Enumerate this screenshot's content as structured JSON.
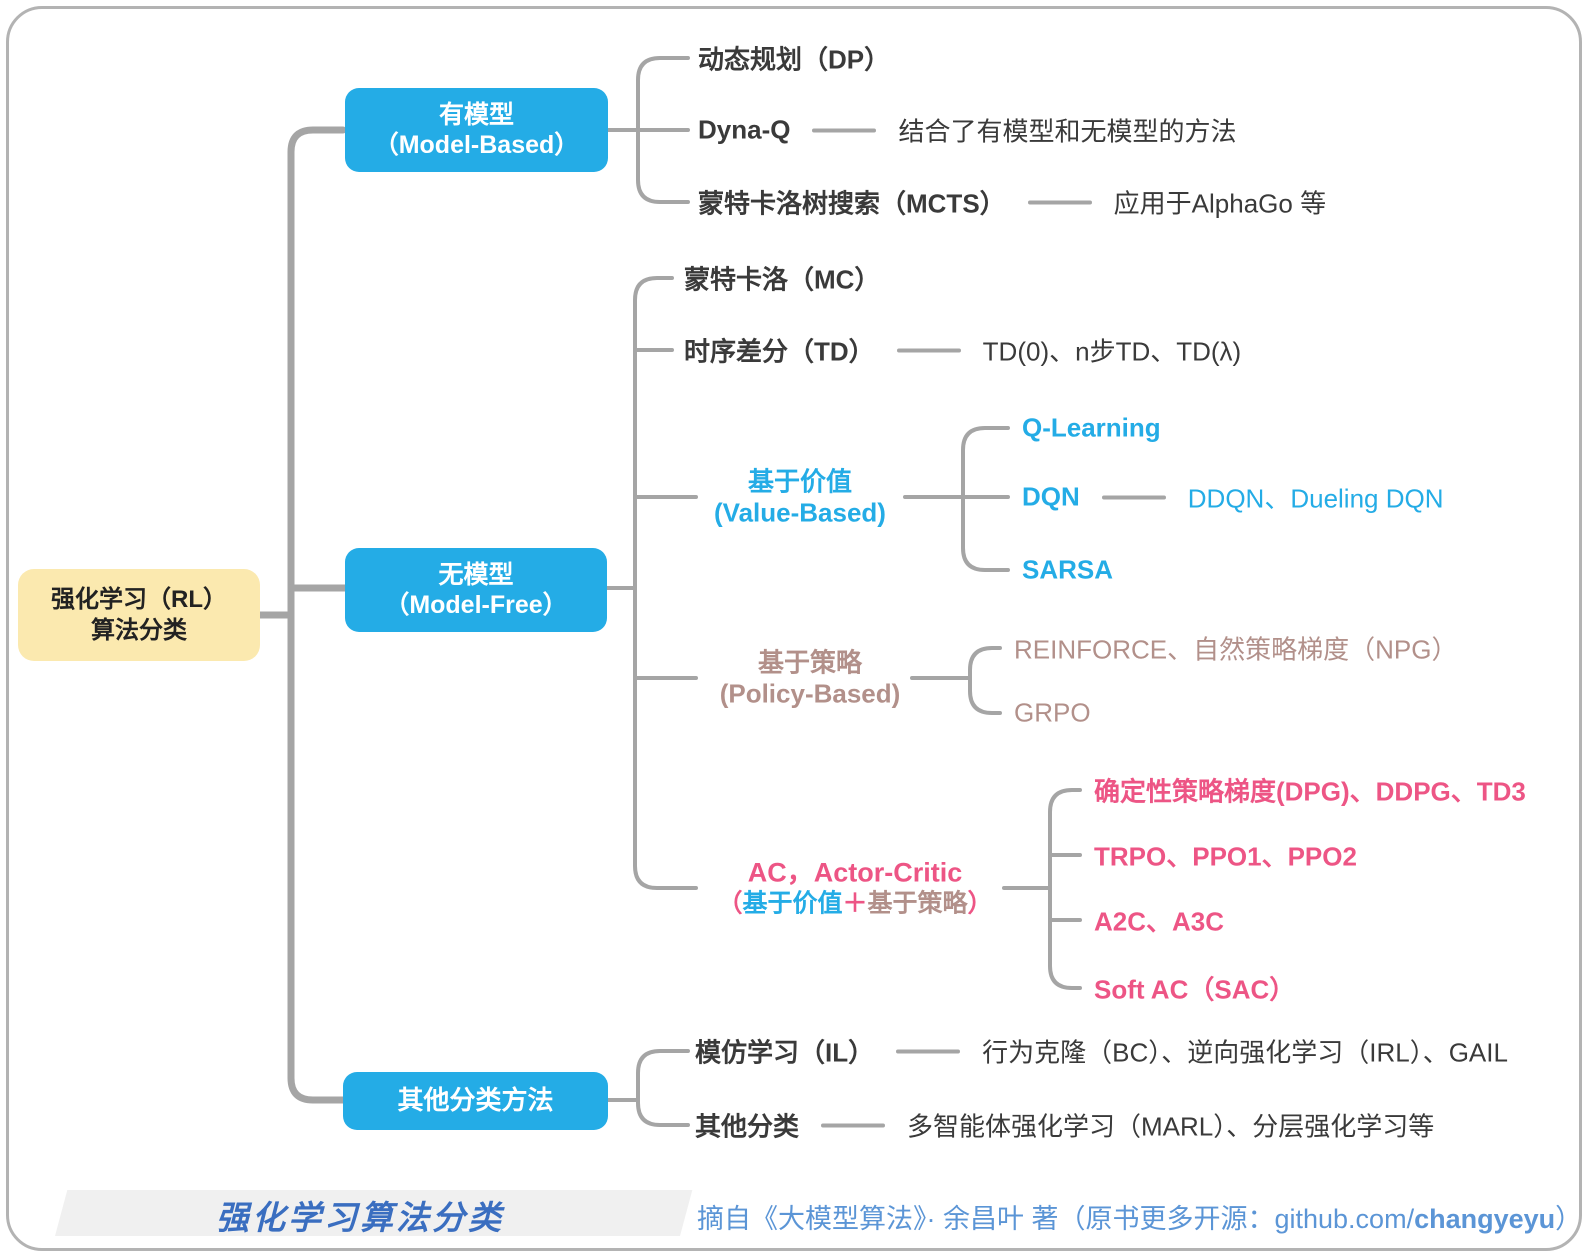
{
  "colors": {
    "node_blue": "#24ace6",
    "root_yellow": "#fbe9af",
    "value_blue": "#24ace6",
    "policy_tan": "#b2908a",
    "actor_critic_pink": "#ed5585",
    "connector_gray": "#a5a5a5",
    "text_dark": "#3a3a3a",
    "footer_title_blue": "#3a6ec0",
    "footer_source_blue": "#5b95d6"
  },
  "root": {
    "line1": "强化学习（RL）",
    "line2": "算法分类"
  },
  "model_based": {
    "zh": "有模型",
    "en": "（Model-Based）",
    "dp": {
      "label": "动态规划（DP）"
    },
    "dyna_q": {
      "label": "Dyna-Q",
      "note": "结合了有模型和无模型的方法"
    },
    "mcts": {
      "label": "蒙特卡洛树搜索（MCTS）",
      "note": "应用于AlphaGo 等"
    }
  },
  "model_free": {
    "zh": "无模型",
    "en": "（Model-Free）",
    "mc": {
      "label": "蒙特卡洛（MC）"
    },
    "td": {
      "label": "时序差分（TD）",
      "note": "TD(0)、n步TD、TD(λ)"
    },
    "value_based": {
      "zh": "基于价值",
      "en": "(Value-Based)",
      "q_learning": {
        "label": "Q-Learning"
      },
      "dqn": {
        "label": "DQN",
        "note": "DDQN、Dueling DQN"
      },
      "sarsa": {
        "label": "SARSA"
      }
    },
    "policy_based": {
      "zh": "基于策略",
      "en": "(Policy-Based)",
      "reinforce": {
        "label": "REINFORCE、自然策略梯度（NPG）"
      },
      "grpo": {
        "label": "GRPO"
      }
    },
    "actor_critic": {
      "title": "AC，Actor-Critic",
      "sub_open": "（",
      "sub_value": "基于价值",
      "sub_plus": "＋",
      "sub_policy": "基于策略",
      "sub_close": "）",
      "dpg": {
        "label": "确定性策略梯度(DPG)、DDPG、TD3"
      },
      "trpo": {
        "label": "TRPO、PPO1、PPO2"
      },
      "a2c": {
        "label": "A2C、A3C"
      },
      "sac": {
        "label": "Soft AC（SAC）"
      }
    }
  },
  "other": {
    "label": "其他分类方法",
    "il": {
      "label": "模仿学习（IL）",
      "note": "行为克隆（BC）、逆向强化学习（IRL）、GAIL"
    },
    "misc": {
      "label": "其他分类",
      "note": "多智能体强化学习（MARL）、分层强化学习等"
    }
  },
  "footer": {
    "title": "强化学习算法分类",
    "source_prefix": "摘自《大模型算法》· 余昌叶 著（原书更多开源：github.com/",
    "source_handle": "changyeyu",
    "source_suffix": "）"
  }
}
